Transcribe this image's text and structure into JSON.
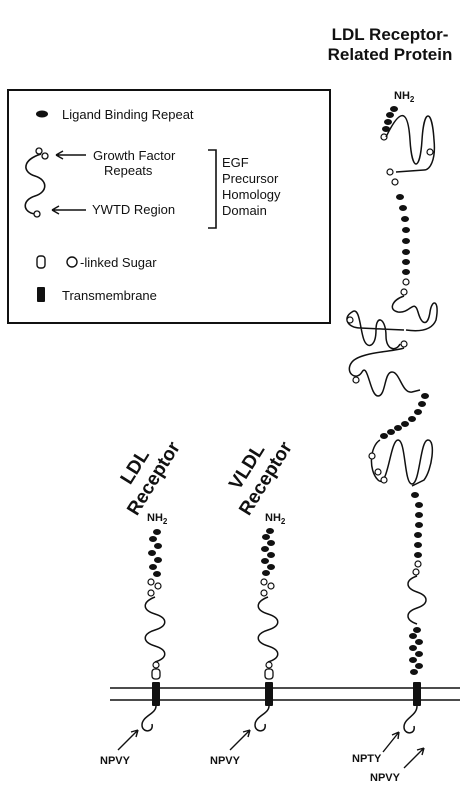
{
  "header": {
    "title_line1": "LDL Receptor-",
    "title_line2": "Related Protein"
  },
  "legend": {
    "ligand_binding": "Ligand Binding Repeat",
    "growth_factor_line1": "Growth Factor",
    "growth_factor_line2": "Repeats",
    "ywtd": "YWTD Region",
    "egf_line1": "EGF",
    "egf_line2": "Precursor",
    "egf_line3": "Homology",
    "egf_line4": "Domain",
    "o_linked_letter": "O",
    "o_linked_text": "-linked Sugar",
    "transmembrane": "Transmembrane"
  },
  "receptors": {
    "ldl": {
      "line1": "LDL",
      "line2": "Receptor",
      "nh2": "NH",
      "nh2_sub": "2",
      "motif": "NPVY"
    },
    "vldl": {
      "line1": "VLDL",
      "line2": "Receptor",
      "nh2": "NH",
      "nh2_sub": "2",
      "motif": "NPVY"
    },
    "lrp": {
      "nh2": "NH",
      "nh2_sub": "2",
      "motif1": "NPTY",
      "motif2": "NPVY"
    }
  }
}
